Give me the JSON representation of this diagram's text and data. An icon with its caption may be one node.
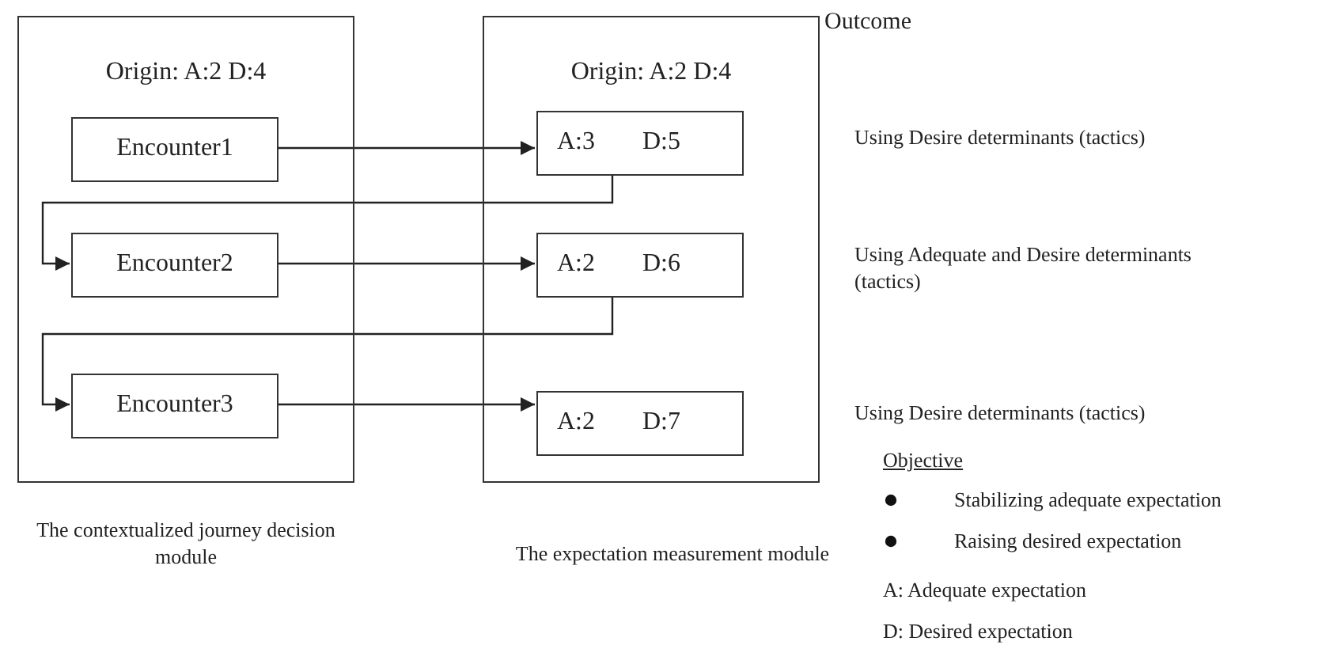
{
  "diagram": {
    "nodes": [
      {
        "text": [
          "Origin: A:2 D:4"
        ],
        "beside": [
          "The contextualized journey decision module"
        ]
      },
      {
        "text": [
          "Encounter1"
        ],
        "in": 0
      },
      {
        "text": [
          "Encounter2"
        ],
        "in": 0
      },
      {
        "text": [
          "Encounter3"
        ],
        "in": 0
      },
      {
        "text": [
          "Origin: A:2 D:4"
        ],
        "beside": [
          "The expectation measurement module"
        ]
      },
      {
        "text": [
          "A:3",
          "D:5"
        ],
        "in": 4
      },
      {
        "text": [
          "A:2",
          "D:6"
        ],
        "in": 4
      },
      {
        "text": [
          "A:2",
          "D:7"
        ],
        "in": 4
      }
    ],
    "edges": [
      {
        "from": 1,
        "to": 5,
        "arrow": "to"
      },
      {
        "from": 5,
        "to": 2,
        "arrow": "to"
      },
      {
        "from": 2,
        "to": 6,
        "arrow": "to"
      },
      {
        "from": 6,
        "to": 3,
        "arrow": "to"
      },
      {
        "from": 3,
        "to": 7,
        "arrow": "to"
      }
    ],
    "labels": [
      "Outcome",
      "Using Desire determinants (tactics)",
      "Using Adequate and Desire determinants (tactics)",
      "Using Desire determinants (tactics)",
      "Objective",
      "Stabilizing adequate expectation",
      "Raising desired expectation",
      "A: Adequate expectation",
      "D: Desired expectation"
    ]
  }
}
